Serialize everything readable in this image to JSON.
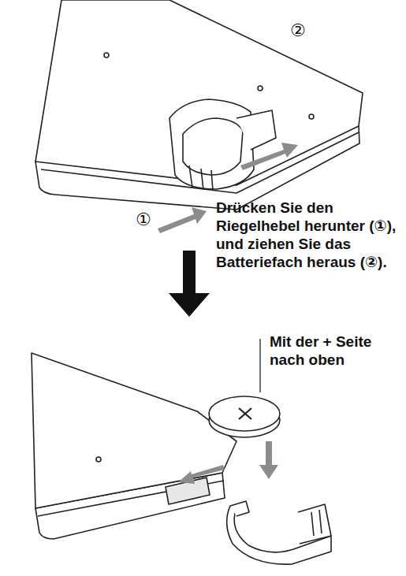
{
  "diagram": {
    "labels": [
      "②",
      "①",
      "Drücken Sie den Riegelhebel herunter (①), und ziehen Sie das Batteriefach heraus (②).",
      "Mit der + Seite nach oben"
    ]
  }
}
